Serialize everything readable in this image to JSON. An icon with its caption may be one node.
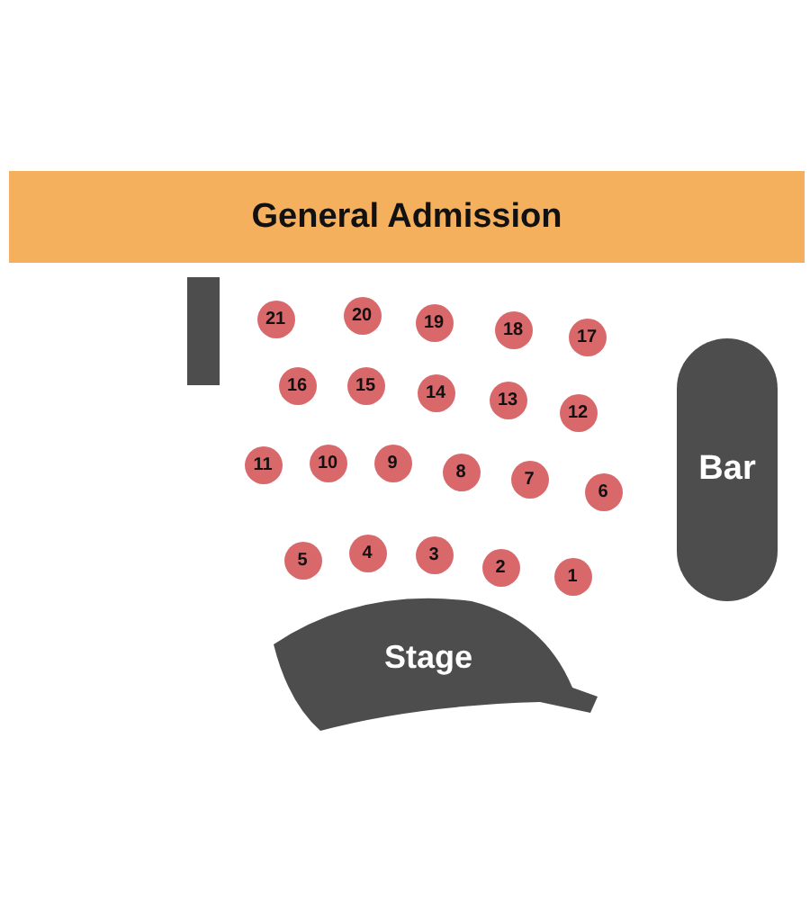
{
  "diagram": {
    "nodes": [
      {
        "text": [
          "General Admission"
        ]
      },
      {
        "text": [],
        "shape": "bar"
      },
      {
        "text": [
          "21"
        ]
      },
      {
        "text": [
          "20"
        ]
      },
      {
        "text": [
          "19"
        ]
      },
      {
        "text": [
          "18"
        ]
      },
      {
        "text": [
          "17"
        ]
      },
      {
        "text": [
          "Bar"
        ]
      },
      {
        "text": [
          "16"
        ]
      },
      {
        "text": [
          "15"
        ]
      },
      {
        "text": [
          "14"
        ]
      },
      {
        "text": [
          "13"
        ]
      },
      {
        "text": [
          "12"
        ]
      },
      {
        "text": [
          "11"
        ]
      },
      {
        "text": [
          "10"
        ]
      },
      {
        "text": [
          "9"
        ]
      },
      {
        "text": [
          "8"
        ]
      },
      {
        "text": [
          "7"
        ]
      },
      {
        "text": [
          "6"
        ]
      },
      {
        "text": [
          "5"
        ]
      },
      {
        "text": [
          "4"
        ]
      },
      {
        "text": [
          "3"
        ]
      },
      {
        "text": [
          "2"
        ]
      },
      {
        "text": [
          "1"
        ]
      },
      {
        "text": [
          "Stage"
        ]
      }
    ]
  }
}
